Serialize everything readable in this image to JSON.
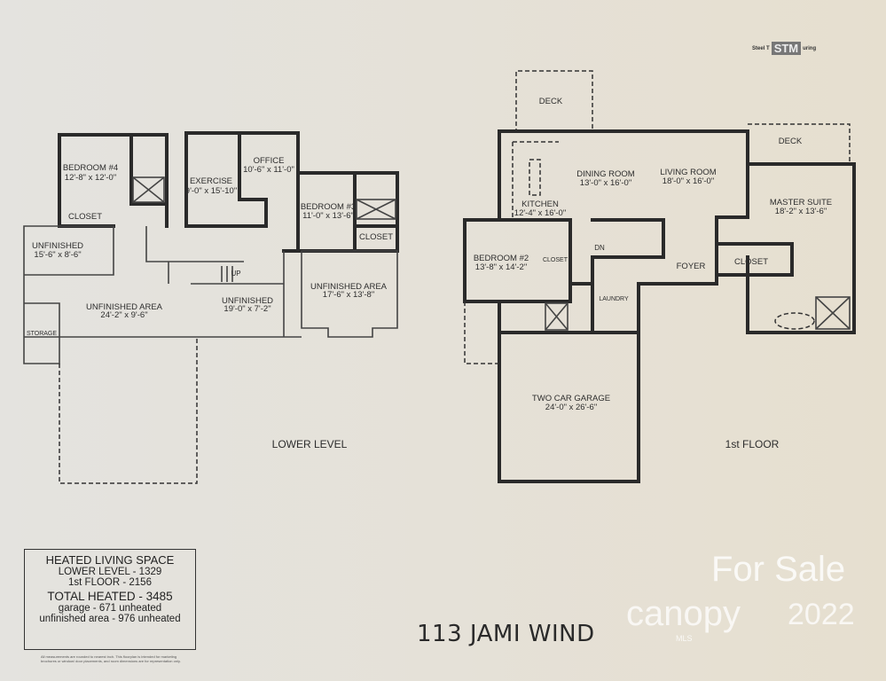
{
  "logo": {
    "text": "Steel Toe Measuring",
    "mark": "STM"
  },
  "lower_level": {
    "label": "LOWER LEVEL",
    "rooms": [
      {
        "name": "BEDROOM #4",
        "dims": "12'-8\" x 12'-0\""
      },
      {
        "name": "EXERCISE",
        "dims": "9'-0\" x 15'-10\""
      },
      {
        "name": "OFFICE",
        "dims": "10'-6\" x 11'-0\""
      },
      {
        "name": "BEDROOM #3",
        "dims": "11'-0\" x 13'-6\""
      },
      {
        "name": "CLOSET",
        "dims": ""
      },
      {
        "name": "CLOSET",
        "dims": ""
      },
      {
        "name": "UNFINISHED",
        "dims": "15'-6\" x 8'-6\""
      },
      {
        "name": "UNFINISHED AREA",
        "dims": "24'-2\" x 9'-6\""
      },
      {
        "name": "UNFINISHED",
        "dims": "19'-0\" x 7'-2\""
      },
      {
        "name": "UNFINISHED AREA",
        "dims": "17'-6\" x 13'-8\""
      },
      {
        "name": "STORAGE",
        "dims": ""
      },
      {
        "name": "UP",
        "dims": ""
      }
    ]
  },
  "first_floor": {
    "label": "1st FLOOR",
    "rooms": [
      {
        "name": "DECK",
        "dims": ""
      },
      {
        "name": "DECK",
        "dims": ""
      },
      {
        "name": "DINING ROOM",
        "dims": "13'-0\" x 16'-0\""
      },
      {
        "name": "LIVING ROOM",
        "dims": "18'-0\" x 16'-0\""
      },
      {
        "name": "KITCHEN",
        "dims": "12'-4\" x 16'-0\""
      },
      {
        "name": "MASTER SUITE",
        "dims": "18'-2\" x 13'-6\""
      },
      {
        "name": "BEDROOM #2",
        "dims": "13'-8\" x 14'-2\""
      },
      {
        "name": "CLOSET",
        "dims": ""
      },
      {
        "name": "CLOSET",
        "dims": ""
      },
      {
        "name": "FOYER",
        "dims": ""
      },
      {
        "name": "LAUNDRY",
        "dims": ""
      },
      {
        "name": "DN",
        "dims": ""
      },
      {
        "name": "TWO CAR GARAGE",
        "dims": "24'-0\" x 26'-6\""
      }
    ]
  },
  "summary": {
    "title": "HEATED LIVING SPACE",
    "lower_level": "LOWER LEVEL - 1329",
    "first_floor": "1st FLOOR - 2156",
    "total": "TOTAL HEATED - 3485",
    "garage": "garage - 671 unheated",
    "unfinished": "unfinished area - 976 unheated",
    "disclaimer": "All measurements are rounded to nearest inch. This floorplan is intended for marketing brochures or window/ door placements, and room dimensions are for representation only."
  },
  "address": "113 JAMI WIND",
  "watermark": {
    "for_sale": "For Sale",
    "brand": "canopy",
    "year": "2022",
    "mls": "MLS"
  },
  "colors": {
    "paper_left": "#e4e3df",
    "paper_right": "#e6dfcf",
    "ink": "#2a2a2a"
  }
}
